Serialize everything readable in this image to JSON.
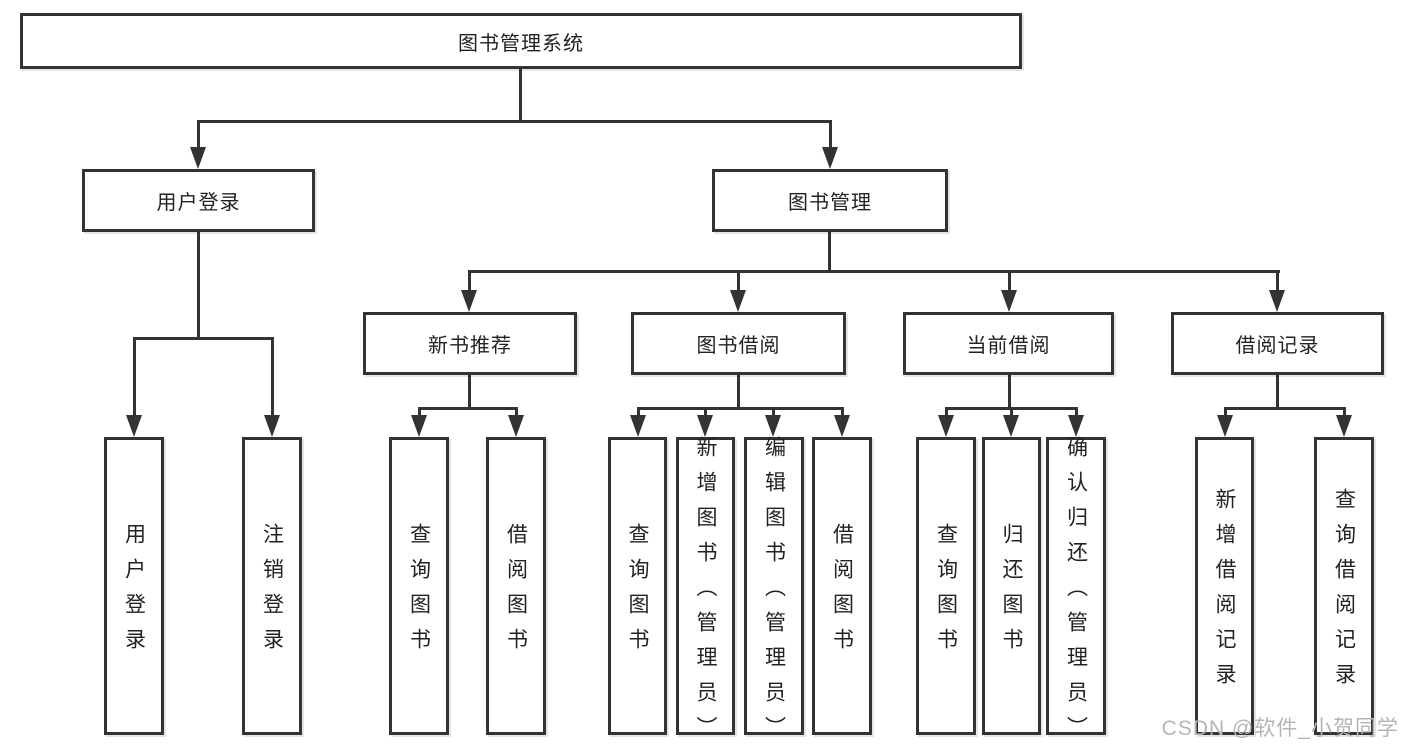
{
  "diagram": {
    "root": {
      "label": "图书管理系统"
    },
    "level2": {
      "user_login": {
        "label": "用户登录"
      },
      "book_mgmt": {
        "label": "图书管理"
      }
    },
    "level3": {
      "new_books": {
        "label": "新书推荐"
      },
      "borrowing": {
        "label": "图书借阅"
      },
      "current": {
        "label": "当前借阅"
      },
      "records": {
        "label": "借阅记录"
      }
    },
    "leaves": {
      "ul_login": {
        "label": "用户登录"
      },
      "ul_logout": {
        "label": "注销登录"
      },
      "nb_query": {
        "label": "查询图书"
      },
      "nb_borrow": {
        "label": "借阅图书"
      },
      "bw_query": {
        "label": "查询图书"
      },
      "bw_add": {
        "label": "新增图书（管理员）"
      },
      "bw_edit": {
        "label": "编辑图书（管理员）"
      },
      "bw_borrow": {
        "label": "借阅图书"
      },
      "cur_query": {
        "label": "查询图书"
      },
      "cur_return": {
        "label": "归还图书"
      },
      "cur_confirm": {
        "label": "确认归还（管理员）"
      },
      "rec_add": {
        "label": "新增借阅记录"
      },
      "rec_query": {
        "label": "查询借阅记录"
      }
    }
  },
  "watermark": {
    "text": "CSDN @软件_小贺同学"
  },
  "colors": {
    "line": "#333333",
    "text": "#222222",
    "watermark": "#b5b5b5",
    "background": "#ffffff"
  }
}
